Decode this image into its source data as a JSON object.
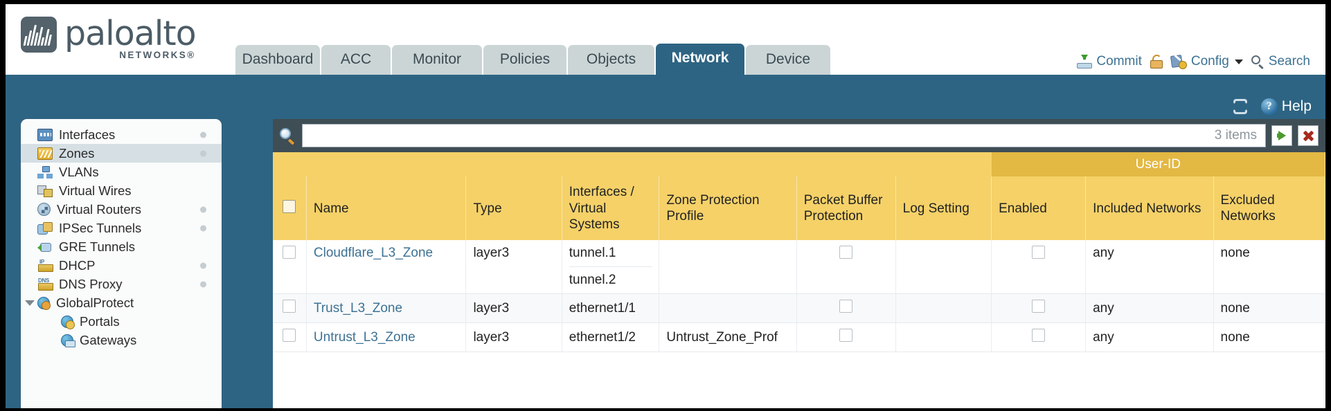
{
  "brand": {
    "name": "paloalto",
    "subtitle": "NETWORKS",
    "registered": "®"
  },
  "tabs": [
    {
      "label": "Dashboard",
      "active": false
    },
    {
      "label": "ACC",
      "active": false
    },
    {
      "label": "Monitor",
      "active": false
    },
    {
      "label": "Policies",
      "active": false
    },
    {
      "label": "Objects",
      "active": false
    },
    {
      "label": "Network",
      "active": true
    },
    {
      "label": "Device",
      "active": false
    }
  ],
  "top_actions": {
    "commit": "Commit",
    "config": "Config",
    "search": "Search"
  },
  "blue_band": {
    "help": "Help"
  },
  "sidebar": {
    "items": [
      {
        "label": "Interfaces",
        "icon": "interfaces-icon",
        "selected": false,
        "dot": true,
        "indent": false,
        "expander": false
      },
      {
        "label": "Zones",
        "icon": "zones-icon",
        "selected": true,
        "dot": true,
        "indent": false,
        "expander": false
      },
      {
        "label": "VLANs",
        "icon": "vlans-icon",
        "selected": false,
        "dot": false,
        "indent": false,
        "expander": false
      },
      {
        "label": "Virtual Wires",
        "icon": "virtual-wires-icon",
        "selected": false,
        "dot": false,
        "indent": false,
        "expander": false
      },
      {
        "label": "Virtual Routers",
        "icon": "virtual-routers-icon",
        "selected": false,
        "dot": true,
        "indent": false,
        "expander": false
      },
      {
        "label": "IPSec Tunnels",
        "icon": "ipsec-tunnels-icon",
        "selected": false,
        "dot": true,
        "indent": false,
        "expander": false
      },
      {
        "label": "GRE Tunnels",
        "icon": "gre-tunnels-icon",
        "selected": false,
        "dot": false,
        "indent": false,
        "expander": false
      },
      {
        "label": "DHCP",
        "icon": "dhcp-icon",
        "selected": false,
        "dot": true,
        "indent": false,
        "expander": false
      },
      {
        "label": "DNS Proxy",
        "icon": "dns-proxy-icon",
        "selected": false,
        "dot": true,
        "indent": false,
        "expander": false
      },
      {
        "label": "GlobalProtect",
        "icon": "globalprotect-icon",
        "selected": false,
        "dot": false,
        "indent": false,
        "expander": true
      },
      {
        "label": "Portals",
        "icon": "portals-icon",
        "selected": false,
        "dot": false,
        "indent": true,
        "expander": false
      },
      {
        "label": "Gateways",
        "icon": "gateways-icon",
        "selected": false,
        "dot": false,
        "indent": true,
        "expander": false
      }
    ]
  },
  "filter": {
    "value": "",
    "placeholder": "",
    "item_count": "3 items",
    "apply_icon": "apply-filter-icon",
    "clear_icon": "clear-filter-icon"
  },
  "table": {
    "group_header": "User-ID",
    "columns": [
      "Name",
      "Type",
      "Interfaces / Virtual Systems",
      "Zone Protection Profile",
      "Packet Buffer Protection",
      "Log Setting",
      "Enabled",
      "Included Networks",
      "Excluded Networks"
    ],
    "rows": [
      {
        "selected": false,
        "name": "Cloudflare_L3_Zone",
        "type": "layer3",
        "interfaces": [
          "tunnel.1",
          "tunnel.2"
        ],
        "zone_protection_profile": "",
        "packet_buffer_protection": false,
        "log_setting": "",
        "userid_enabled": false,
        "included_networks": "any",
        "excluded_networks": "none"
      },
      {
        "selected": false,
        "name": "Trust_L3_Zone",
        "type": "layer3",
        "interfaces": [
          "ethernet1/1"
        ],
        "zone_protection_profile": "",
        "packet_buffer_protection": false,
        "log_setting": "",
        "userid_enabled": false,
        "included_networks": "any",
        "excluded_networks": "none"
      },
      {
        "selected": false,
        "name": "Untrust_L3_Zone",
        "type": "layer3",
        "interfaces": [
          "ethernet1/2"
        ],
        "zone_protection_profile": "Untrust_Zone_Prof",
        "packet_buffer_protection": false,
        "log_setting": "",
        "userid_enabled": false,
        "included_networks": "any",
        "excluded_networks": "none"
      }
    ]
  },
  "colors": {
    "accent_blue": "#2e6483",
    "tab_inactive": "#cbd5d6",
    "table_header": "#f5d168",
    "table_group_header": "#e3b843",
    "link": "#3d7294",
    "filter_bar": "#3f4d55"
  }
}
